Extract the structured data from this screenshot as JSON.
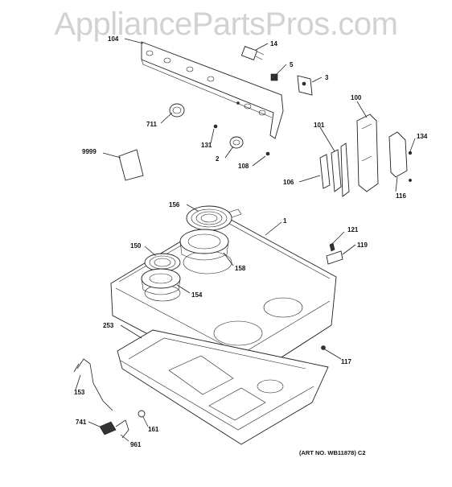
{
  "watermark": "AppliancePartsPros.com",
  "art_number": "(ART NO. WB11878) C2",
  "callouts": [
    {
      "id": "p104",
      "label": "104"
    },
    {
      "id": "p14",
      "label": "14"
    },
    {
      "id": "p5",
      "label": "5"
    },
    {
      "id": "p3",
      "label": "3"
    },
    {
      "id": "p100",
      "label": "100"
    },
    {
      "id": "p711",
      "label": "711"
    },
    {
      "id": "p101",
      "label": "101"
    },
    {
      "id": "p134",
      "label": "134"
    },
    {
      "id": "p131",
      "label": "131"
    },
    {
      "id": "p9999",
      "label": "9999"
    },
    {
      "id": "p2",
      "label": "2"
    },
    {
      "id": "p108",
      "label": "108"
    },
    {
      "id": "p106",
      "label": "106"
    },
    {
      "id": "p116",
      "label": "116"
    },
    {
      "id": "p156",
      "label": "156"
    },
    {
      "id": "p1",
      "label": "1"
    },
    {
      "id": "p121",
      "label": "121"
    },
    {
      "id": "p150",
      "label": "150"
    },
    {
      "id": "p119",
      "label": "119"
    },
    {
      "id": "p158",
      "label": "158"
    },
    {
      "id": "p154",
      "label": "154"
    },
    {
      "id": "p253",
      "label": "253"
    },
    {
      "id": "p117",
      "label": "117"
    },
    {
      "id": "p153",
      "label": "153"
    },
    {
      "id": "p741",
      "label": "741"
    },
    {
      "id": "p161",
      "label": "161"
    },
    {
      "id": "p961",
      "label": "961"
    }
  ]
}
